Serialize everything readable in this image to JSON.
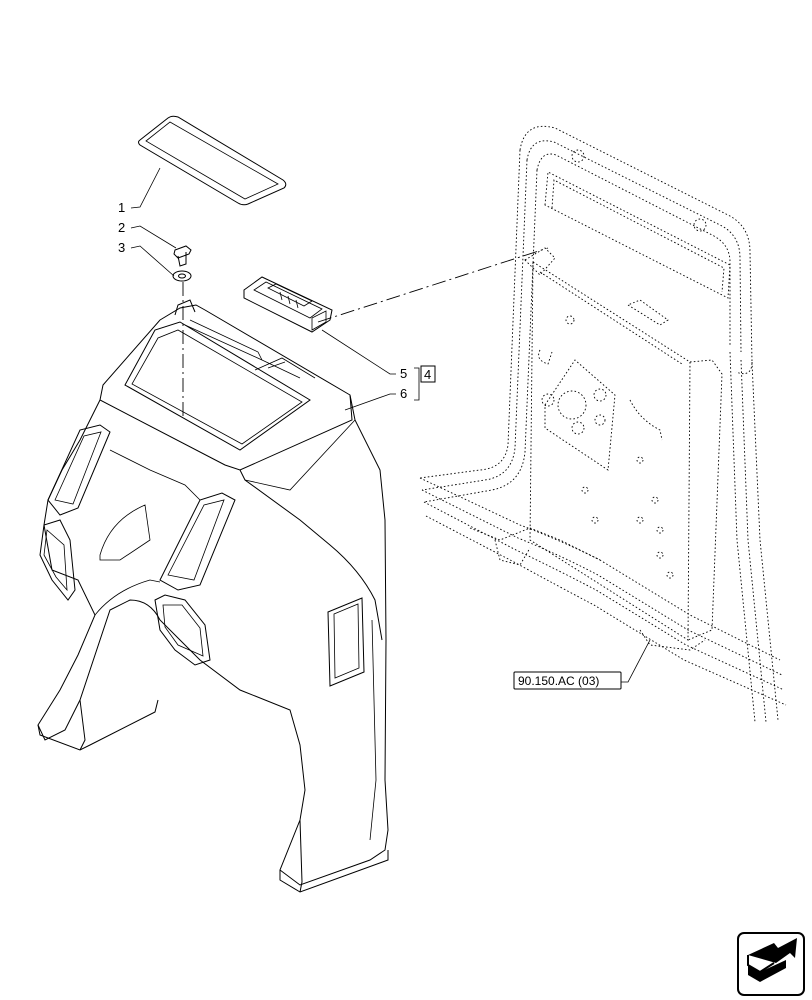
{
  "callouts": {
    "c1": "1",
    "c2": "2",
    "c3": "3",
    "c4": "4",
    "c5": "5",
    "c6": "6"
  },
  "reference": {
    "label": "90.150.AC (03)"
  },
  "icons": {
    "corner": "next-page-arrow-icon"
  }
}
